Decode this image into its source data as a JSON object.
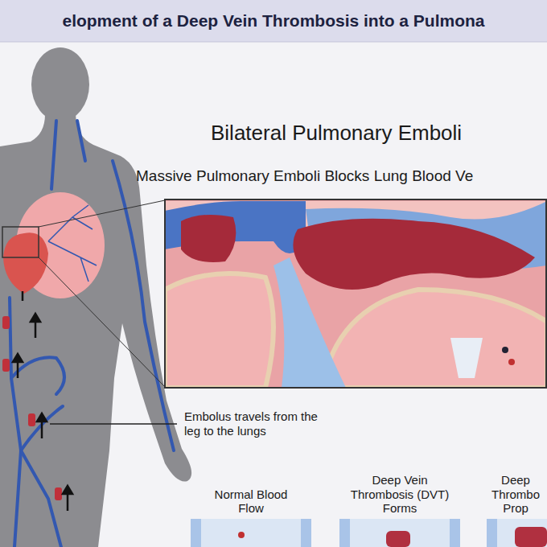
{
  "diagram": {
    "title": "elopment of a Deep Vein Thrombosis into a Pulmona",
    "nodes": [
      {
        "text": [
          "Massive Pulmonary Emboli Blocks Lung Blood Ve"
        ]
      },
      {
        "text": [
          "Normal Blood Flow"
        ]
      },
      {
        "text": [
          "Deep Vein Thrombosis (DVT) Forms"
        ]
      },
      {
        "text": [
          "Deep Thrombo Prop"
        ]
      }
    ],
    "labels": [
      "Bilateral Pulmonary Emboli",
      "Embolus travels from the leg to the lungs"
    ]
  }
}
